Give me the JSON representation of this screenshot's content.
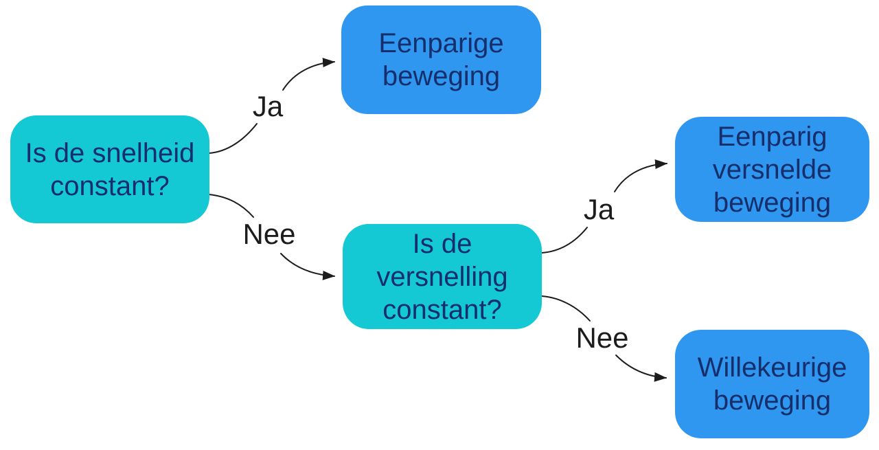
{
  "diagram": {
    "type": "decision-tree",
    "language": "nl"
  },
  "colors": {
    "question_fill": "#14c9d4",
    "outcome_fill": "#2f97ef",
    "box_text": "#162e6b",
    "edge_color": "#1c1c1c"
  },
  "nodes": {
    "q1": {
      "type": "question",
      "label": "Is de snelheid\nconstant?"
    },
    "m1": {
      "type": "outcome",
      "label": "Eenparige\nbeweging"
    },
    "q2": {
      "type": "question",
      "label": "Is de\nversnelling\nconstant?"
    },
    "m2": {
      "type": "outcome",
      "label": "Eenparig\nversnelde\nbeweging"
    },
    "m3": {
      "type": "outcome",
      "label": "Willekeurige\nbeweging"
    }
  },
  "edges": [
    {
      "from": "q1",
      "to": "m1",
      "label": "Ja"
    },
    {
      "from": "q1",
      "to": "q2",
      "label": "Nee"
    },
    {
      "from": "q2",
      "to": "m2",
      "label": "Ja"
    },
    {
      "from": "q2",
      "to": "m3",
      "label": "Nee"
    }
  ]
}
